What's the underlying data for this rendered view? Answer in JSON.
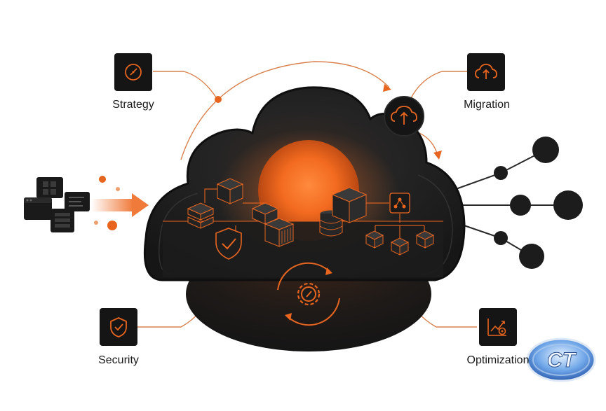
{
  "labels": {
    "strategy": "Strategy",
    "migration": "Migration",
    "security": "Security",
    "optimization": "Optimization"
  },
  "colors": {
    "accent": "#e8651f",
    "cloud_dark": "#1c1c1c",
    "cloud_mid": "#2a2a2a",
    "icon_box": "#151515",
    "line": "#d9824e",
    "text": "#1a1a1a"
  },
  "icons": {
    "strategy": "compass-icon",
    "migration": "cloud-upload-icon",
    "security": "shield-check-icon",
    "optimization": "chart-gear-icon",
    "center_node": "cloud-upload-icon",
    "bottom_cycle": "gear-cycle-icon",
    "network": "network-hub-icon"
  }
}
